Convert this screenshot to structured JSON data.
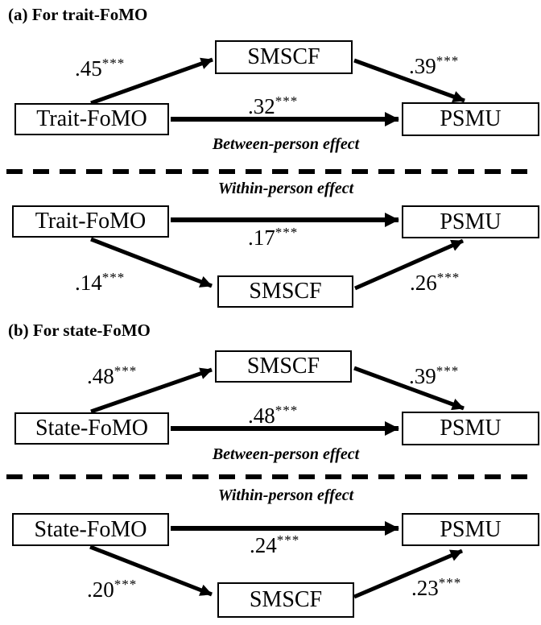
{
  "figure": {
    "background_color": "#ffffff",
    "ink_color": "#000000",
    "panels": [
      {
        "heading": "(a) For trait-FoMO",
        "between": {
          "label": "Between-person effect",
          "predictor": "Trait-FoMO",
          "mediator": "SMSCF",
          "outcome": "PSMU",
          "path_to_mediator": {
            "value": ".45",
            "stars": "***"
          },
          "path_from_mediator": {
            "value": ".39",
            "stars": "***"
          },
          "direct_path": {
            "value": ".32",
            "stars": "***"
          }
        },
        "within": {
          "label": "Within-person effect",
          "predictor": "Trait-FoMO",
          "mediator": "SMSCF",
          "outcome": "PSMU",
          "path_to_mediator": {
            "value": ".14",
            "stars": "***"
          },
          "path_from_mediator": {
            "value": ".26",
            "stars": "***"
          },
          "direct_path": {
            "value": ".17",
            "stars": "***"
          }
        }
      },
      {
        "heading": "(b) For state-FoMO",
        "between": {
          "label": "Between-person effect",
          "predictor": "State-FoMO",
          "mediator": "SMSCF",
          "outcome": "PSMU",
          "path_to_mediator": {
            "value": ".48",
            "stars": "***"
          },
          "path_from_mediator": {
            "value": ".39",
            "stars": "***"
          },
          "direct_path": {
            "value": ".48",
            "stars": "***"
          }
        },
        "within": {
          "label": "Within-person effect",
          "predictor": "State-FoMO",
          "mediator": "SMSCF",
          "outcome": "PSMU",
          "path_to_mediator": {
            "value": ".20",
            "stars": "***"
          },
          "path_from_mediator": {
            "value": ".23",
            "stars": "***"
          },
          "direct_path": {
            "value": ".24",
            "stars": "***"
          }
        }
      }
    ]
  }
}
